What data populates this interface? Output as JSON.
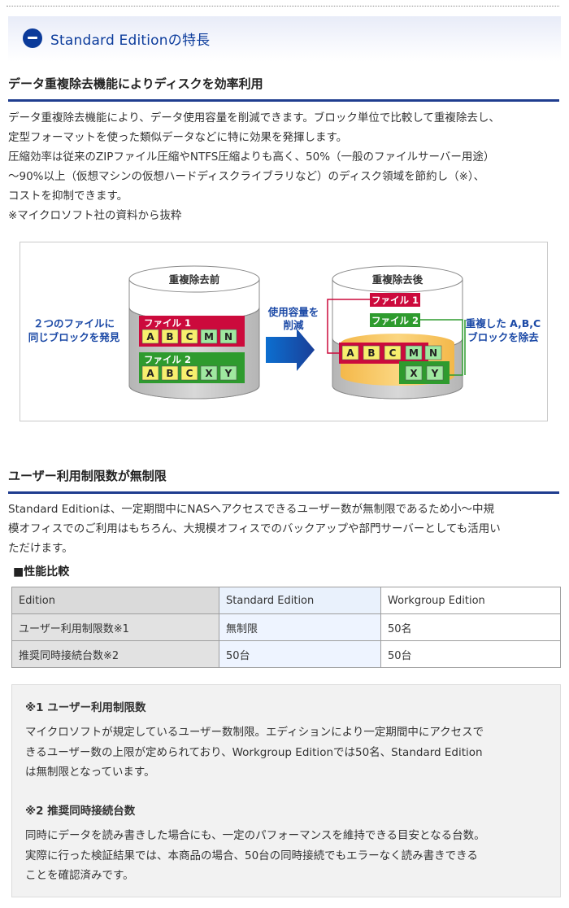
{
  "accordion": {
    "title": "Standard Editionの特長"
  },
  "section1": {
    "title": "データ重複除去機能によりディスクを効率利用",
    "lines": [
      "データ重複除去機能により、データ使用容量を削減できます。ブロック単位で比較して重複除去し、",
      "定型フォーマットを使った類似データなどに特に効果を発揮します。",
      "圧縮効率は従来のZIPファイル圧縮やNTFS圧縮よりも高く、50%（一般のファイルサーバー用途）",
      "～90%以上（仮想マシンの仮想ハードディスクライブラリなど）のディスク領域を節約し（※）、",
      "コストを抑制できます。",
      "※マイクロソフト社の資料から抜粋"
    ]
  },
  "diagram": {
    "left_caption_1": "２つのファイルに",
    "left_caption_2": "同じブロックを発見",
    "before_label": "重複除去前",
    "arrow_caption_1": "使用容量を",
    "arrow_caption_2": "削減",
    "after_label": "重複除去後",
    "right_caption_1": "重複した A,B,C",
    "right_caption_2": "ブロックを除去",
    "file1_label": "ファイル 1",
    "file2_label": "ファイル 2",
    "file1_blocks": [
      "A",
      "B",
      "C",
      "M",
      "N"
    ],
    "file2_blocks": [
      "A",
      "B",
      "C",
      "X",
      "Y"
    ],
    "shared_blocks": [
      "A",
      "B",
      "C"
    ],
    "unique1_blocks": [
      "M",
      "N"
    ],
    "unique2_blocks": [
      "X",
      "Y"
    ],
    "colors": {
      "file1": "#cc0a3c",
      "file2": "#2e9b2e",
      "block_yellow": "#f7ef6e",
      "block_green": "#9fe8a0",
      "caption_blue": "#1b49a6"
    }
  },
  "section2": {
    "title": "ユーザー利用制限数が無制限",
    "lines": [
      "Standard Editionは、一定期間中にNASへアクセスできるユーザー数が無制限であるため小～中規",
      "模オフィスでのご利用はもちろん、大規模オフィスでのバックアップや部門サーバーとしても活用い",
      "ただけます。"
    ]
  },
  "perf": {
    "title": "■性能比較",
    "header": [
      "Edition",
      "Standard Edition",
      "Workgroup Edition"
    ],
    "rows": [
      [
        "ユーザー利用制限数※1",
        "無制限",
        "50名"
      ],
      [
        "推奨同時接続台数※2",
        "50台",
        "50台"
      ]
    ]
  },
  "notes": {
    "n1_title": "※1 ユーザー利用制限数",
    "n1_lines": [
      "マイクロソフトが規定しているユーザー数制限。エディションにより一定期間中にアクセスで",
      "きるユーザー数の上限が定められており、Workgroup Editionでは50名、Standard Edition",
      "は無制限となっています。"
    ],
    "n2_title": "※2 推奨同時接続台数",
    "n2_lines": [
      "同時にデータを読み書きした場合にも、一定のパフォーマンスを維持できる目安となる台数。",
      "実際に行った検証結果では、本商品の場合、50台の同時接続でもエラーなく読み書きできる",
      "ことを確認済みです。"
    ]
  }
}
